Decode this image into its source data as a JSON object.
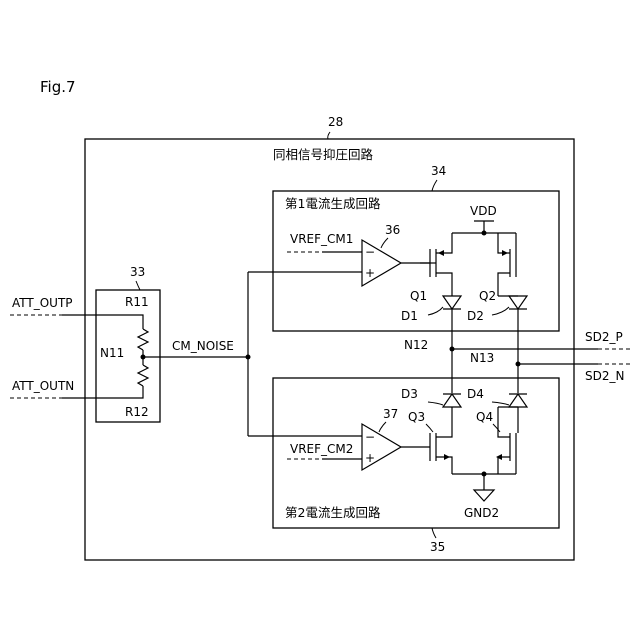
{
  "figure_label": "Fig.7",
  "blocks": {
    "main": {
      "ref": "28",
      "title": "同相信号抑圧回路"
    },
    "first_current": {
      "ref": "34",
      "title": "第1電流生成回路"
    },
    "second_current": {
      "ref": "35",
      "title": "第2電流生成回路"
    },
    "divider": {
      "ref": "33"
    }
  },
  "components": {
    "amp1": {
      "ref": "36",
      "minus": "−",
      "plus": "+"
    },
    "amp2": {
      "ref": "37",
      "minus": "−",
      "plus": "+"
    },
    "r11": "R11",
    "r12": "R12",
    "q1": "Q1",
    "q2": "Q2",
    "q3": "Q3",
    "q4": "Q4",
    "d1": "D1",
    "d2": "D2",
    "d3": "D3",
    "d4": "D4"
  },
  "signals": {
    "att_outp": "ATT_OUTP",
    "att_outn": "ATT_OUTN",
    "n11": "N11",
    "cm_noise": "CM_NOISE",
    "vref_cm1": "VREF_CM1",
    "vref_cm2": "VREF_CM2",
    "vdd": "VDD",
    "gnd2": "GND2",
    "n12": "N12",
    "n13": "N13",
    "sd2_p": "SD2_P",
    "sd2_n": "SD2_N"
  }
}
